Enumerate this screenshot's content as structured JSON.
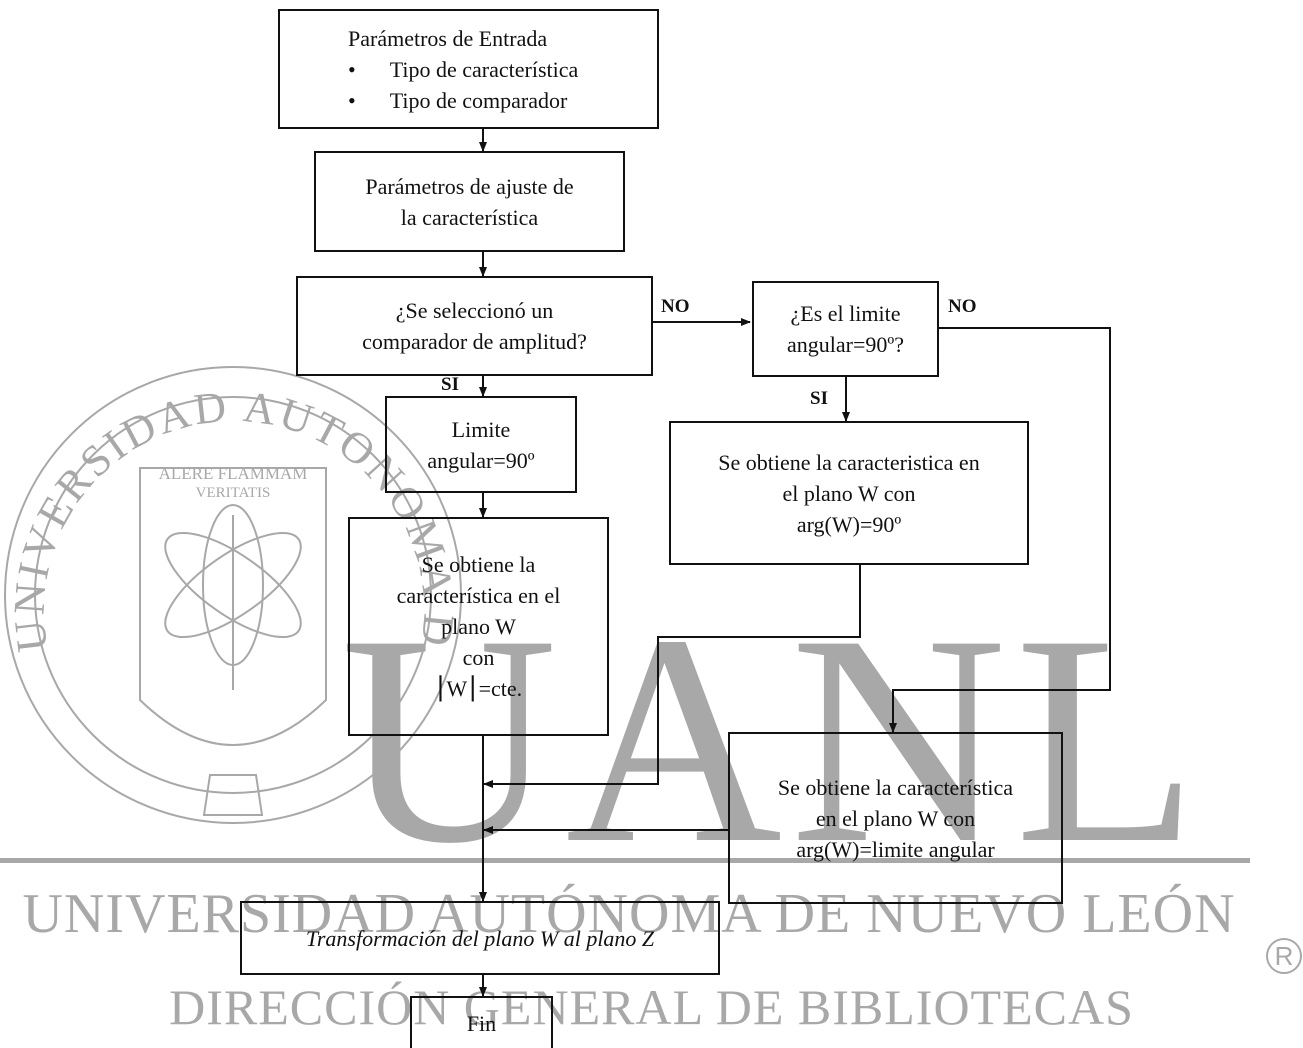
{
  "watermark": {
    "seal_text": "UNIVERSIDAD AUTONOMA DE NUEVO LEON",
    "seal_motto_1": "ALERE FLAMMAM",
    "seal_motto_2": "VERITATIS",
    "big_letters": "UANL",
    "line1": "UNIVERSIDAD AUTÓNOMA DE NUEVO LEÓN",
    "line2": "DIRECCIÓN GENERAL DE BIBLIOTECAS",
    "registered": "R",
    "color": "#a8a8a8"
  },
  "flowchart": {
    "input": {
      "title": "Parámetros de Entrada",
      "bullets": [
        "Tipo de característica",
        "Tipo de comparador"
      ]
    },
    "adjust": {
      "lines": [
        "Parámetros de ajuste de",
        "la característica"
      ]
    },
    "decision_amplitude": {
      "lines": [
        "¿Se seleccionó  un",
        "comparador de amplitud?"
      ]
    },
    "decision_limit": {
      "lines": [
        "¿Es el limite",
        "angular=90º?"
      ]
    },
    "limit_90": {
      "lines": [
        "Limite",
        "angular=90º"
      ]
    },
    "obtain_arg90": {
      "lines": [
        "Se obtiene la caracteristica en",
        "el plano W con",
        "arg(W)=90º"
      ]
    },
    "obtain_cte": {
      "lines": [
        "Se obtiene la",
        "característica en el",
        "plano W",
        "con",
        "⎮W⎮=cte."
      ]
    },
    "obtain_limit": {
      "lines": [
        "Se obtiene la característica",
        "en el plano W con",
        "arg(W)=limite angular"
      ]
    },
    "transform": {
      "lines": [
        "Transformación del plano  W al plano Z"
      ]
    },
    "end": {
      "lines": [
        "Fin"
      ]
    },
    "labels": {
      "no_1": "NO",
      "no_2": "NO",
      "si_1": "SI",
      "si_2": "SI"
    }
  }
}
